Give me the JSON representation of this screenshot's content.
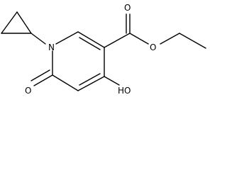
{
  "molecule": {
    "atom_labels": {
      "ring_nitrogen": "N",
      "carbonyl_oxygen": "O",
      "hydroxyl": "HO",
      "ester_carbonyl_oxygen": "O",
      "ester_oxygen": "O"
    },
    "colors": {
      "bond": "#000000",
      "text": "#000000",
      "background": "#ffffff"
    }
  }
}
